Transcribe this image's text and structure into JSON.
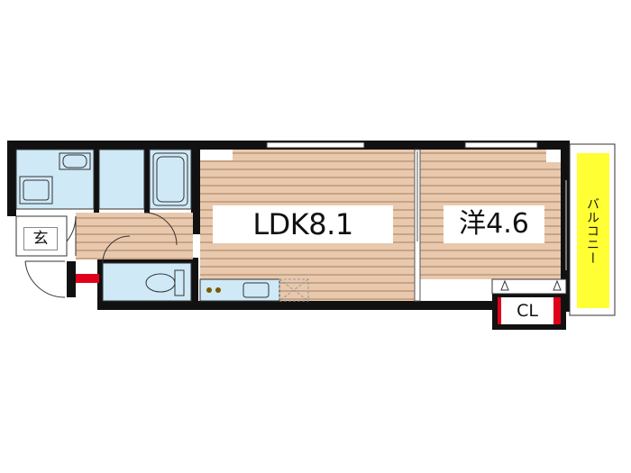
{
  "rooms": {
    "ldk": "LDK8.1",
    "western": "洋4.6",
    "entrance": "玄",
    "closet": "CL",
    "balcony": "バルコニー"
  },
  "colors": {
    "wall": "#111111",
    "floor_wood": "#e8c9ae",
    "floor_stripe": "#c9a385",
    "wet_area": "#cfe9f7",
    "balcony": "#ffff33",
    "accent_red": "#e0001b",
    "background": "#ffffff"
  }
}
